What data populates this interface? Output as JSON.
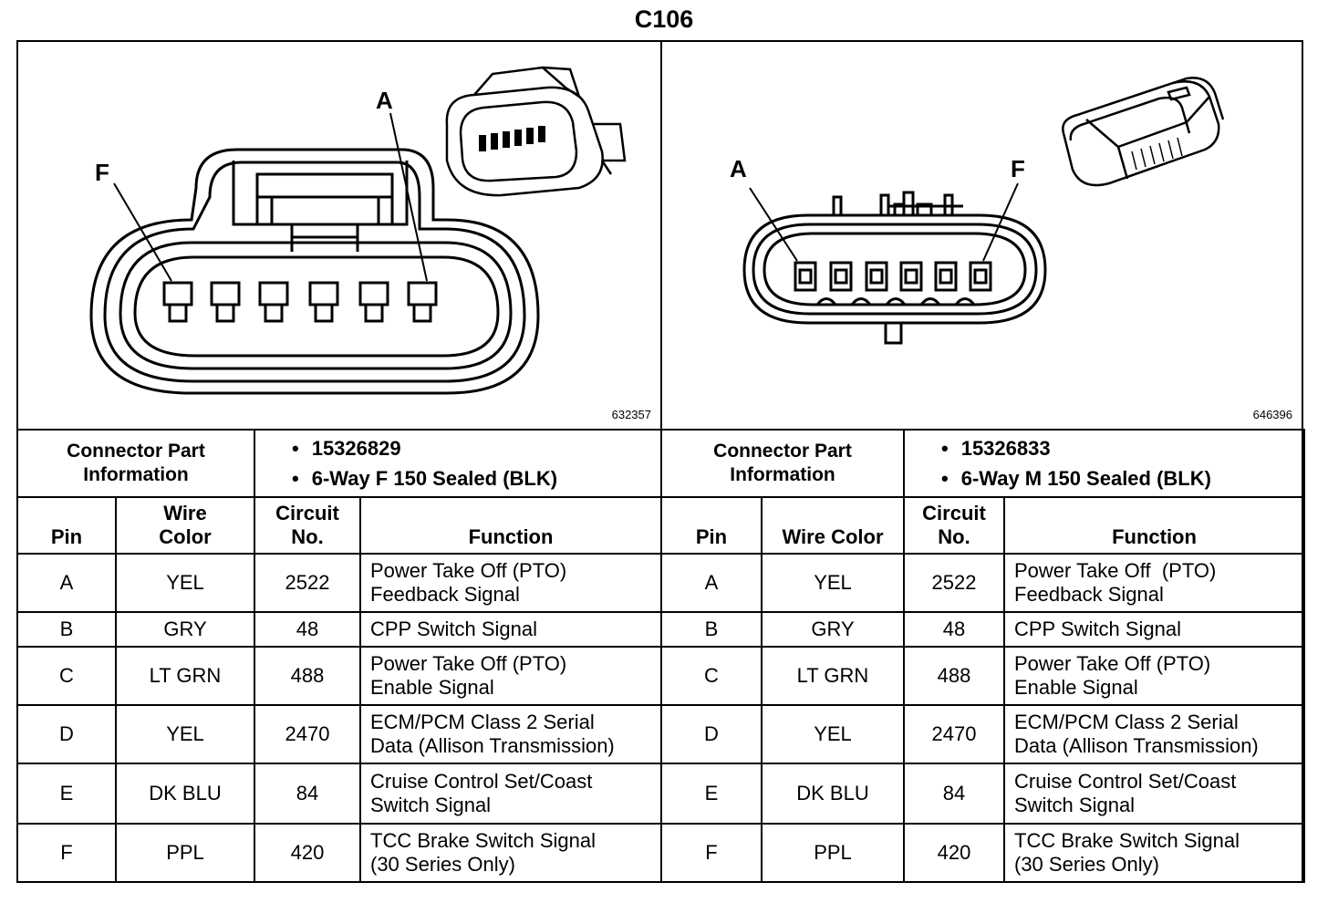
{
  "title": "C106",
  "left": {
    "figure_label": "632357",
    "callouts": {
      "f": "F",
      "a": "A"
    },
    "connector_info": {
      "label_line1": "Connector Part",
      "label_line2": "Information",
      "bullet": "•",
      "part_number": "15326829",
      "description": "6-Way F 150 Sealed (BLK)"
    },
    "headers": {
      "pin": "Pin",
      "wire_color_1": "Wire",
      "wire_color_2": "Color",
      "circuit_1": "Circuit",
      "circuit_2": "No.",
      "function": "Function"
    },
    "rows": [
      {
        "pin": "A",
        "color": "YEL",
        "circuit": "2522",
        "func1": "Power Take Off (PTO)",
        "func2": "Feedback Signal"
      },
      {
        "pin": "B",
        "color": "GRY",
        "circuit": "48",
        "func1": "CPP Switch Signal",
        "func2": ""
      },
      {
        "pin": "C",
        "color": "LT GRN",
        "circuit": "488",
        "func1": "Power Take Off (PTO)",
        "func2": "Enable Signal"
      },
      {
        "pin": "D",
        "color": "YEL",
        "circuit": "2470",
        "func1": "ECM/PCM Class 2 Serial",
        "func2": "Data (Allison Transmission)"
      },
      {
        "pin": "E",
        "color": "DK BLU",
        "circuit": "84",
        "func1": "Cruise Control Set/Coast",
        "func2": "Switch Signal"
      },
      {
        "pin": "F",
        "color": "PPL",
        "circuit": "420",
        "func1": "TCC Brake Switch Signal",
        "func2": "(30 Series Only)"
      }
    ]
  },
  "right": {
    "figure_label": "646396",
    "callouts": {
      "a": "A",
      "f": "F"
    },
    "connector_info": {
      "label_line1": "Connector Part",
      "label_line2": "Information",
      "bullet": "•",
      "part_number": "15326833",
      "description": "6-Way M 150 Sealed (BLK)"
    },
    "headers": {
      "pin": "Pin",
      "wire_color": "Wire Color",
      "circuit_1": "Circuit",
      "circuit_2": "No.",
      "function": "Function"
    },
    "rows": [
      {
        "pin": "A",
        "color": "YEL",
        "circuit": "2522",
        "func1": "Power Take Off  (PTO)",
        "func2": "Feedback Signal"
      },
      {
        "pin": "B",
        "color": "GRY",
        "circuit": "48",
        "func1": "CPP Switch Signal",
        "func2": ""
      },
      {
        "pin": "C",
        "color": "LT GRN",
        "circuit": "488",
        "func1": "Power Take Off (PTO)",
        "func2": "Enable Signal"
      },
      {
        "pin": "D",
        "color": "YEL",
        "circuit": "2470",
        "func1": "ECM/PCM Class 2 Serial",
        "func2": "Data (Allison Transmission)"
      },
      {
        "pin": "E",
        "color": "DK BLU",
        "circuit": "84",
        "func1": "Cruise Control Set/Coast",
        "func2": "Switch Signal"
      },
      {
        "pin": "F",
        "color": "PPL",
        "circuit": "420",
        "func1": "TCC Brake Switch Signal",
        "func2": "(30 Series Only)"
      }
    ]
  }
}
